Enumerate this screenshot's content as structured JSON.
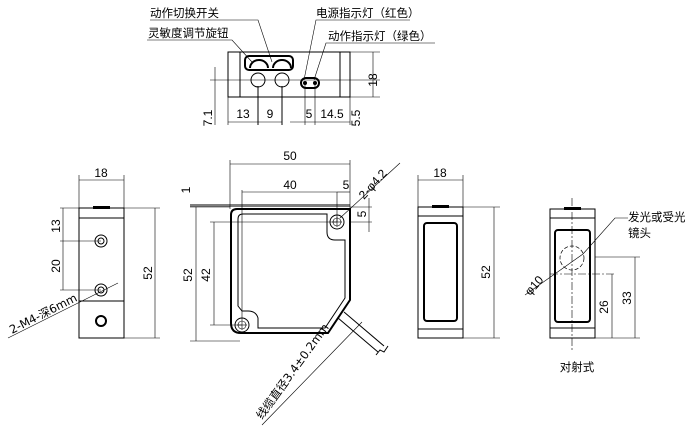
{
  "labels": {
    "action_switch": "动作切换开关",
    "sensitivity_knob": "灵敏度调节旋钮",
    "power_led": "电源指示灯（红色）",
    "action_led": "动作指示灯（绿色）",
    "mount_holes": "2-M4-深6mm",
    "front_holes": "2-φ4.2",
    "cable_diameter": "线缆直径3.4±0.2mm",
    "lens_line1": "发光或受光",
    "lens_line2": "镜头",
    "lens_diameter": "φ10",
    "type": "对射式"
  },
  "top_view_dims": {
    "h18": "18",
    "d71": "7.1",
    "d13": "13",
    "d9": "9",
    "d5": "5",
    "d145": "14.5",
    "d55": "5.5"
  },
  "left_view_dims": {
    "w18": "18",
    "d13": "13",
    "d20": "20",
    "h52": "52"
  },
  "front_view_dims": {
    "w50": "50",
    "w40": "40",
    "d5a": "5",
    "d1": "1",
    "d5b": "5",
    "h52": "52",
    "h42": "42"
  },
  "side_view_dims": {
    "w18": "18",
    "h52": "52"
  },
  "right_view_dims": {
    "d26": "26",
    "d33": "33"
  }
}
